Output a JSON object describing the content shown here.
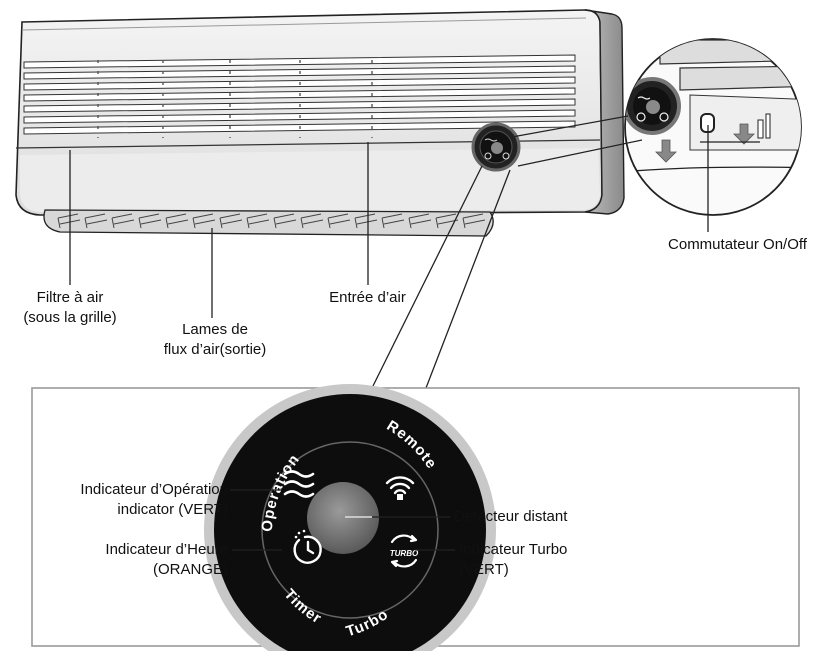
{
  "labels": {
    "filter_line1": "Filtre à air",
    "filter_line2": "(sous la grille)",
    "blades_line1": "Lames de",
    "blades_line2": "flux d’air(sortie)",
    "inlet": "Entrée d’air",
    "switch": "Commutateur On/Off",
    "operation_line1": "Indicateur d’Opération",
    "operation_line2": "indicator (VERT)",
    "timer_line1": "Indicateur d’Heure",
    "timer_line2": "(ORANGE)",
    "sensor": "Détecteur distant",
    "turbo_line1": "Indicateur Turbo",
    "turbo_line2": "(VERT)"
  },
  "panel": {
    "operation": "Operation",
    "remote": "Remote",
    "timer": "Timer",
    "turbo": "Turbo",
    "turbo_badge": "TURBO"
  },
  "icons": [
    "airflow-waves-icon",
    "remote-signal-icon",
    "timer-clock-icon",
    "turbo-cycle-icon"
  ]
}
